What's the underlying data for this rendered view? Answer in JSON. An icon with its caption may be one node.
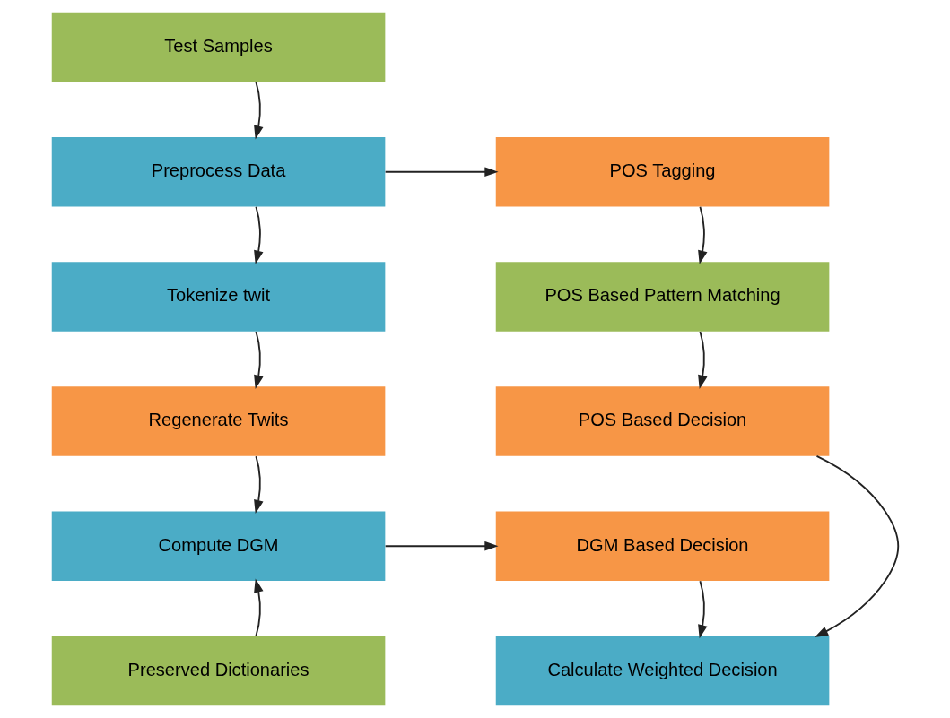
{
  "diagram": {
    "nodes": [
      {
        "text": [
          "Test Samples"
        ]
      },
      {
        "text": [
          "Preprocess Data"
        ]
      },
      {
        "text": [
          "POS Tagging"
        ]
      },
      {
        "text": [
          "Tokenize twit"
        ]
      },
      {
        "text": [
          "POS Based Pattern Matching"
        ]
      },
      {
        "text": [
          "Regenerate Twits"
        ]
      },
      {
        "text": [
          "POS Based Decision"
        ]
      },
      {
        "text": [
          "Compute DGM"
        ]
      },
      {
        "text": [
          "DGM Based Decision"
        ]
      },
      {
        "text": [
          "Preserved Dictionaries"
        ]
      },
      {
        "text": [
          "Calculate Weighted Decision"
        ]
      }
    ],
    "edges": [
      {
        "from": 0,
        "to": 1,
        "arrow": "to"
      },
      {
        "from": 1,
        "to": 2,
        "arrow": "to"
      },
      {
        "from": 1,
        "to": 3,
        "arrow": "to"
      },
      {
        "from": 2,
        "to": 4,
        "arrow": "to"
      },
      {
        "from": 3,
        "to": 5,
        "arrow": "to"
      },
      {
        "from": 4,
        "to": 6,
        "arrow": "to"
      },
      {
        "from": 5,
        "to": 7,
        "arrow": "to"
      },
      {
        "from": 7,
        "to": 8,
        "arrow": "to"
      },
      {
        "from": 9,
        "to": 7,
        "arrow": "to"
      },
      {
        "from": 8,
        "to": 10,
        "arrow": "to"
      },
      {
        "from": 6,
        "to": 10,
        "arrow": "to"
      }
    ]
  }
}
